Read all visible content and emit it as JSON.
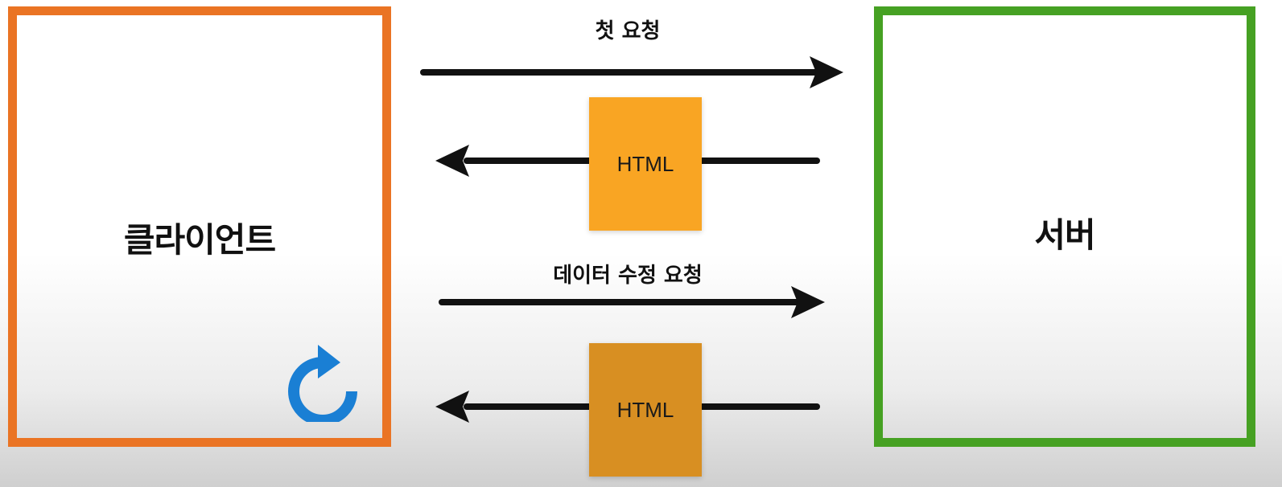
{
  "client": {
    "label": "클라이언트",
    "border_color": "#ea7424",
    "icon": "reload-icon",
    "icon_color": "#1a7fd4"
  },
  "server": {
    "label": "서버",
    "border_color": "#46a123"
  },
  "flows": [
    {
      "direction": "client-to-server",
      "label": "첫 요청"
    },
    {
      "direction": "server-to-client",
      "payload": "HTML",
      "payload_color": "#f9a523"
    },
    {
      "direction": "client-to-server",
      "label": "데이터 수정 요청"
    },
    {
      "direction": "server-to-client",
      "payload": "HTML",
      "payload_color": "#d88f22"
    }
  ]
}
